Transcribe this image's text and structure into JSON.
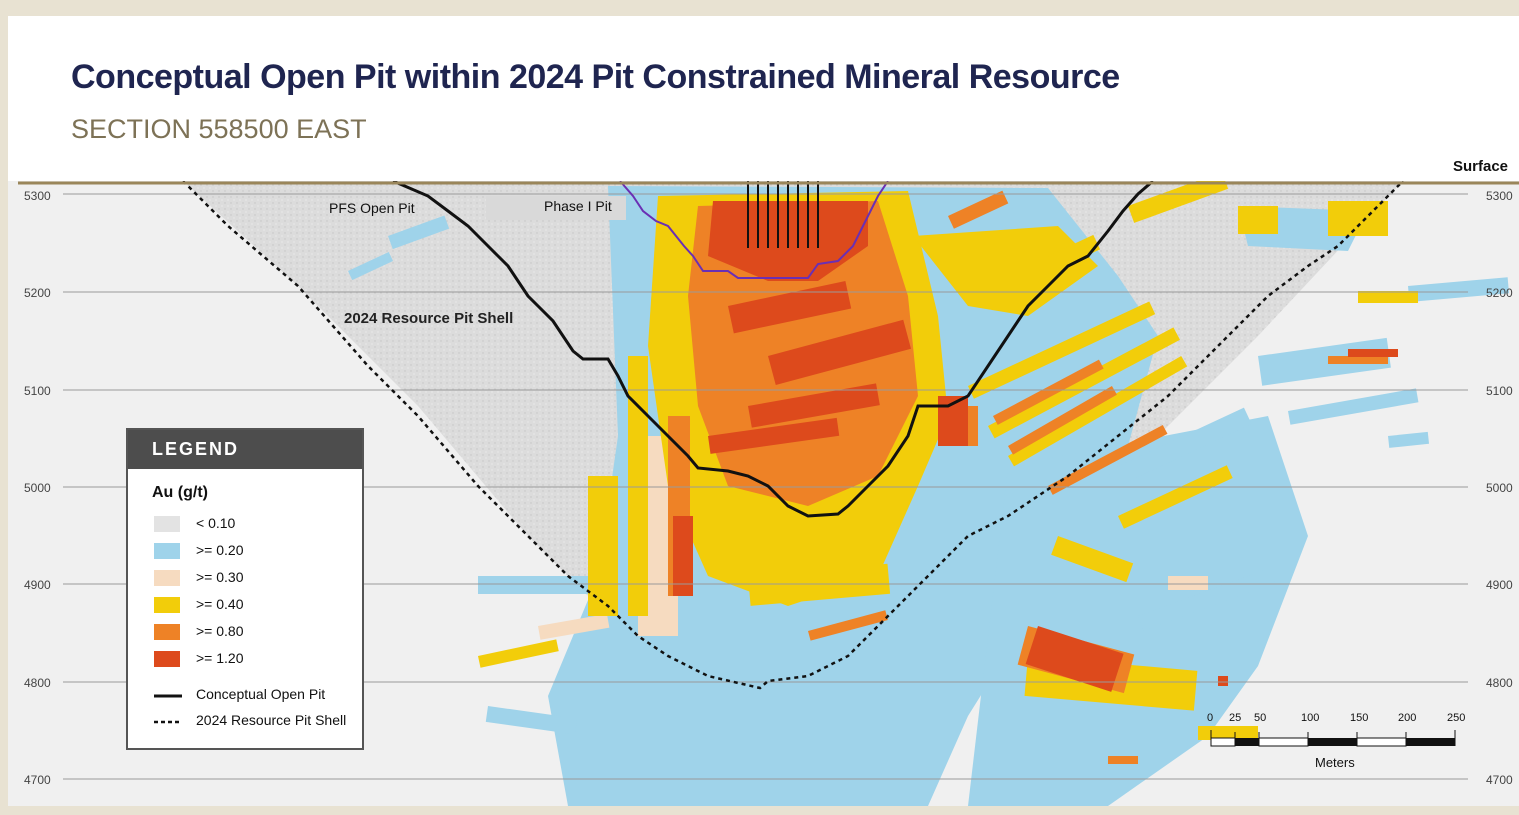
{
  "title": "Conceptual Open Pit within 2024 Pit Constrained Mineral Resource",
  "subtitle": "SECTION 558500 EAST",
  "surface_label": "Surface",
  "elevations": [
    "5300",
    "5200",
    "5100",
    "5000",
    "4900",
    "4800",
    "4700"
  ],
  "annotations": {
    "pfs_pit": "PFS Open Pit",
    "phase1_pit": "Phase I Pit",
    "resource_shell": "2024 Resource Pit Shell"
  },
  "legend": {
    "heading": "LEGEND",
    "unit": "Au (g/t)",
    "items": [
      {
        "label": "<  0.10",
        "color": "#e3e3e3"
      },
      {
        "label": ">= 0.20",
        "color": "#9fd3ea"
      },
      {
        "label": ">= 0.30",
        "color": "#f6dbc0"
      },
      {
        "label": ">= 0.40",
        "color": "#f2cd0a"
      },
      {
        "label": ">= 0.80",
        "color": "#ee8226"
      },
      {
        "label": ">= 1.20",
        "color": "#dd4a1c"
      }
    ],
    "lines": [
      {
        "label": "Conceptual Open Pit",
        "style": "solid"
      },
      {
        "label": "2024 Resource Pit Shell",
        "style": "dashed"
      }
    ]
  },
  "scale_bar": {
    "ticks": [
      "0",
      "25",
      "50",
      "100",
      "150",
      "200",
      "250"
    ],
    "unit": "Meters"
  },
  "colors": {
    "title": "#1f2550",
    "subtitle": "#7d7256",
    "phase1_outline": "#6a2fb4",
    "surface_line": "#9a865a"
  }
}
